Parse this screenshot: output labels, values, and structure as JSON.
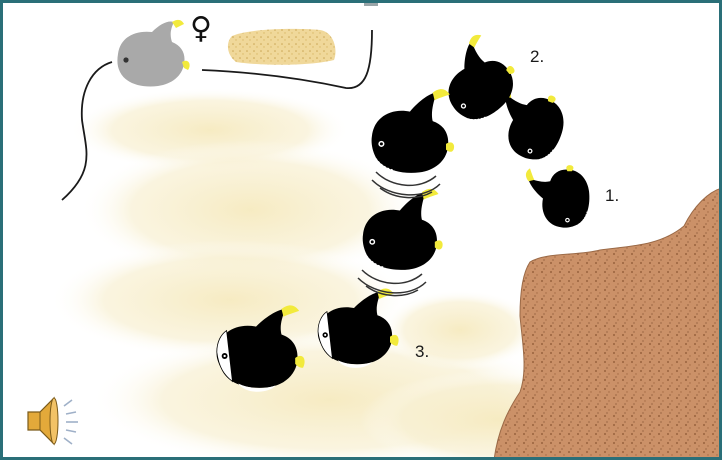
{
  "labels": {
    "step_1": "1.",
    "step_2": "2.",
    "step_3": "3."
  },
  "female_symbol": "♀",
  "icons": {
    "speaker": "speaker-icon",
    "female": "female-symbol-icon"
  },
  "colors": {
    "frame": "#2a6f78",
    "rock": "#c98e63",
    "sand": "#f7eecb",
    "fish_body": "#000000",
    "fish_fin_tip": "#f2ea3c",
    "female_fish": "#a9a9a9",
    "speaker": "#e3a93a"
  }
}
